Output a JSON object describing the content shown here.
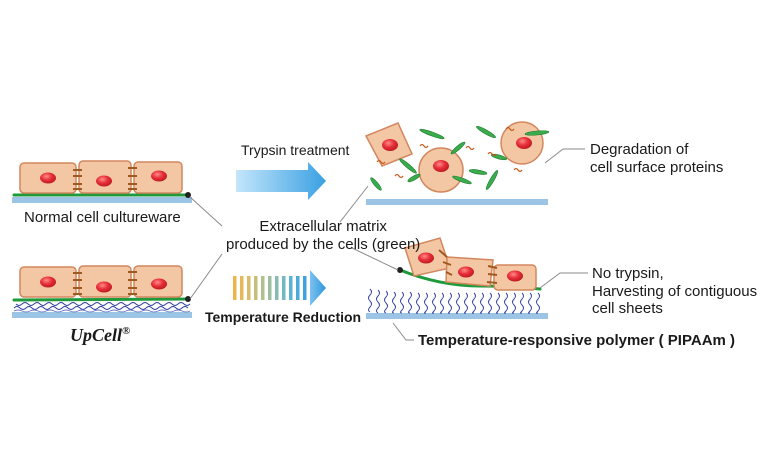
{
  "labels": {
    "normal_cultureware": "Normal cell cultureware",
    "upcell_name": "UpCell",
    "upcell_mark": "®",
    "trypsin_treatment": "Trypsin treatment",
    "temperature_reduction": "Temperature Reduction",
    "ecm_line1": "Extracellular matrix",
    "ecm_line2": "produced by the cells (green)",
    "degradation_line1": "Degradation of",
    "degradation_line2": "cell surface proteins",
    "no_trypsin_line1": "No trypsin,",
    "no_trypsin_line2": "Harvesting of contiguous",
    "no_trypsin_line3": "cell sheets",
    "polymer": "Temperature-responsive polymer ( PIPAAm )"
  },
  "colors": {
    "cell_fill": "#f4c7a4",
    "cell_outline": "#d2875f",
    "nucleus": "#e0303a",
    "junction": "#a05a20",
    "ecm_green": "#1e9a3a",
    "dish_blue": "#9cc4e4",
    "arrow_light": "#bde2f8",
    "arrow_dark": "#3a9fe0",
    "leader_gray": "#8a8a8a"
  }
}
